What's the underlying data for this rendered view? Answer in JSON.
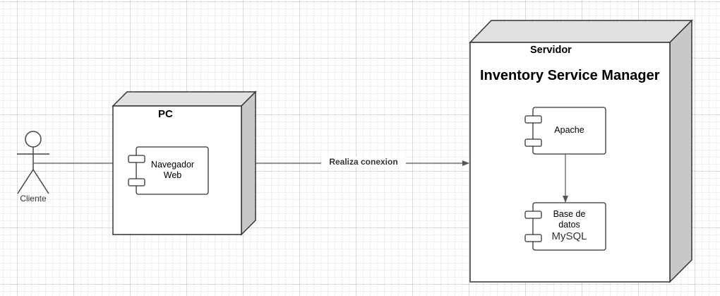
{
  "actor": {
    "label": "Cliente"
  },
  "pc_node": {
    "title": "PC",
    "component": {
      "line1": "Navegador",
      "line2": "Web"
    }
  },
  "connection": {
    "label": "Realiza conexion"
  },
  "server_node": {
    "title": "Servidor",
    "subtitle": "Inventory Service Manager",
    "apache": {
      "label": "Apache"
    },
    "database": {
      "line1": "Base de",
      "line2": "datos",
      "line3": "MySQL"
    }
  },
  "colors": {
    "stroke": "#333333",
    "node_top": "#e0e0e0",
    "node_side": "#c8c8c8",
    "node_face": "#ffffff"
  }
}
